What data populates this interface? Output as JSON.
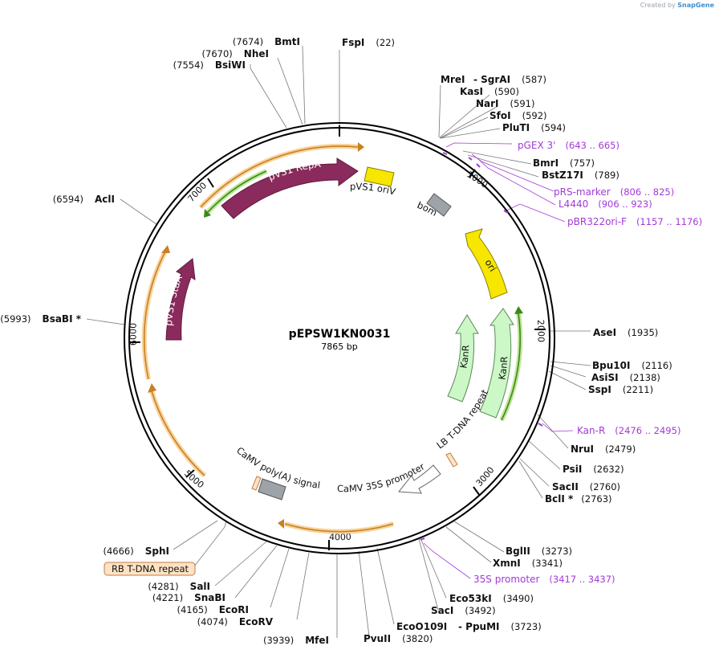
{
  "brand": {
    "prefix": "Created by",
    "name": "SnapGene"
  },
  "plasmid": {
    "name": "pEPSW1KN0031",
    "length": "7865 bp"
  },
  "ticks": [
    "1000",
    "2000",
    "3000",
    "4000",
    "5000",
    "6000",
    "7000"
  ],
  "sites": [
    {
      "name": "FspI",
      "pos": "(22)"
    },
    {
      "name": "MreI",
      "pos": ""
    },
    {
      "name": "- SgrAI",
      "pos": "(587)"
    },
    {
      "name": "KasI",
      "pos": "(590)"
    },
    {
      "name": "NarI",
      "pos": "(591)"
    },
    {
      "name": "SfoI",
      "pos": "(592)"
    },
    {
      "name": "PluTI",
      "pos": "(594)"
    },
    {
      "name": "BmrI",
      "pos": "(757)"
    },
    {
      "name": "BstZ17I",
      "pos": "(789)"
    },
    {
      "name": "AseI",
      "pos": "(1935)"
    },
    {
      "name": "Bpu10I",
      "pos": "(2116)"
    },
    {
      "name": "AsiSI",
      "pos": "(2138)"
    },
    {
      "name": "SspI",
      "pos": "(2211)"
    },
    {
      "name": "NruI",
      "pos": "(2479)"
    },
    {
      "name": "PsiI",
      "pos": "(2632)"
    },
    {
      "name": "SacII",
      "pos": "(2760)"
    },
    {
      "name": "BclI *",
      "pos": "(2763)"
    },
    {
      "name": "BglII",
      "pos": "(3273)"
    },
    {
      "name": "XmnI",
      "pos": "(3341)"
    },
    {
      "name": "Eco53kI",
      "pos": "(3490)"
    },
    {
      "name": "SacI",
      "pos": "(3492)"
    },
    {
      "name": "EcoO109I",
      "pos": ""
    },
    {
      "name": "- PpuMI",
      "pos": "(3723)"
    },
    {
      "name": "PvuII",
      "pos": "(3820)"
    },
    {
      "name": "MfeI",
      "pos": "(3939)"
    },
    {
      "name": "EcoRV",
      "pos": "(4074)"
    },
    {
      "name": "EcoRI",
      "pos": "(4165)"
    },
    {
      "name": "SnaBI",
      "pos": "(4221)"
    },
    {
      "name": "SalI",
      "pos": "(4281)"
    },
    {
      "name": "SphI",
      "pos": "(4666)"
    },
    {
      "name": "BsaBI *",
      "pos": "(5993)"
    },
    {
      "name": "AclI",
      "pos": "(6594)"
    },
    {
      "name": "BsiWI",
      "pos": "(7554)"
    },
    {
      "name": "NheI",
      "pos": "(7670)"
    },
    {
      "name": "BmtI",
      "pos": "(7674)"
    }
  ],
  "primers": [
    {
      "name": "pGEX 3'",
      "pos": "(643 .. 665)"
    },
    {
      "name": "pRS-marker",
      "pos": "(806 .. 825)"
    },
    {
      "name": "L4440",
      "pos": "(906 .. 923)"
    },
    {
      "name": "pBR322ori-F",
      "pos": "(1157 .. 1176)"
    },
    {
      "name": "Kan-R",
      "pos": "(2476 .. 2495)"
    },
    {
      "name": "35S promoter",
      "pos": "(3417 .. 3437)"
    }
  ],
  "features": {
    "pvs1_repa": "pVS1 RepA",
    "pvs1_oriv": "pVS1 oriV",
    "bom": "bom",
    "ori": "ori",
    "kanr_inner": "KanR",
    "kanr_outer": "KanR",
    "lb_repeat": "LB T-DNA repeat",
    "camv_35s": "CaMV 35S promoter",
    "camv_polya": "CaMV poly(A) signal",
    "pvs1_staa": "pVS1 StaA",
    "rb_repeat": "RB T-DNA repeat"
  },
  "colors": {
    "repa": "#8b2a5c",
    "oriv": "#f7e600",
    "bom": "#9da3a8",
    "ori": "#f7e600",
    "kanr": "#ccf7c6",
    "orange_orf": "#f2a13a",
    "green_orf": "#3a8a16",
    "primer": "#a23ad6",
    "rb_box": "#fde3c3"
  }
}
